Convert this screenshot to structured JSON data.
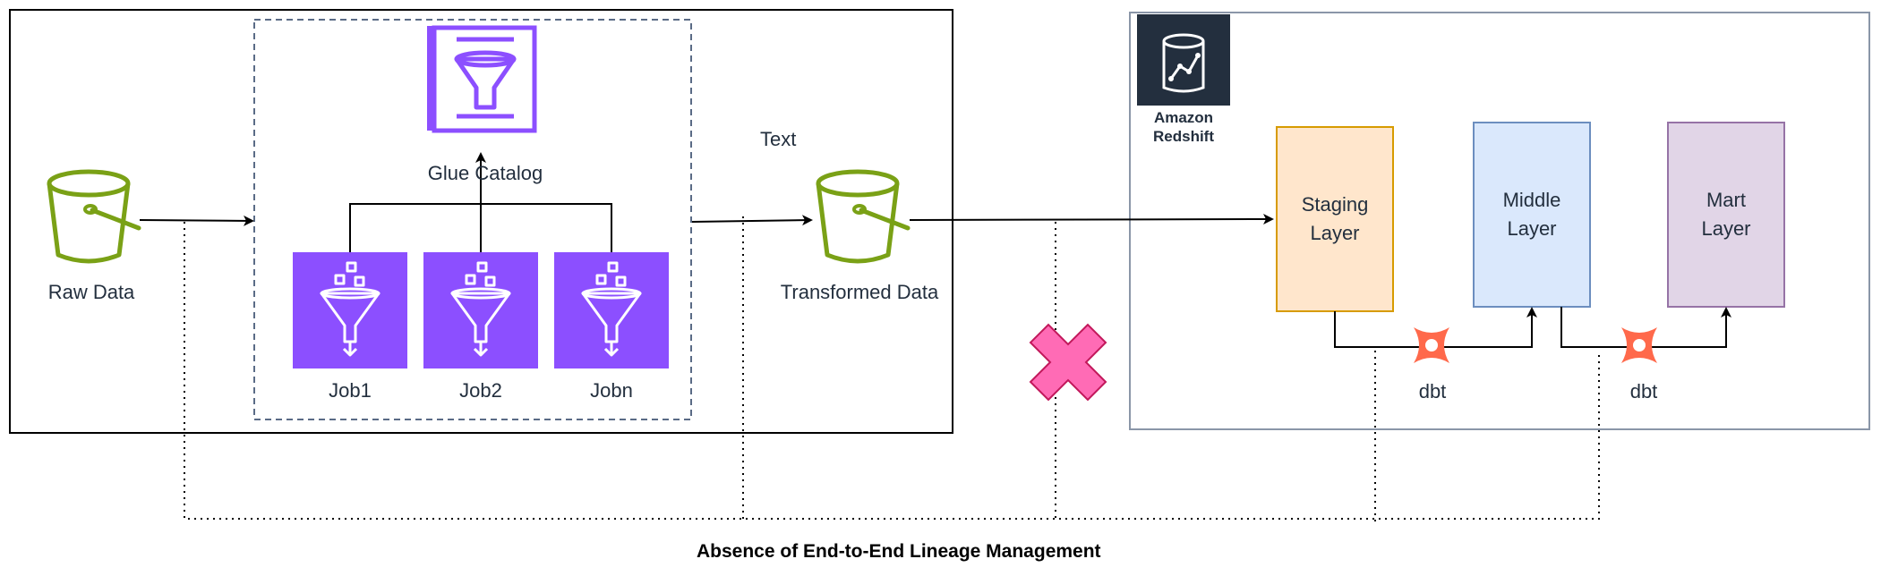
{
  "nodes": {
    "raw_data": "Raw Data",
    "glue_catalog": "Glue Catalog",
    "job1": "Job1",
    "job2": "Job2",
    "jobn": "Jobn",
    "transformed_data": "Transformed Data",
    "text_label": "Text",
    "redshift_line1": "Amazon",
    "redshift_line2": "Redshift",
    "staging_line1": "Staging",
    "staging_line2": "Layer",
    "middle_line1": "Middle",
    "middle_line2": "Layer",
    "mart_line1": "Mart",
    "mart_line2": "Layer",
    "dbt1": "dbt",
    "dbt2": "dbt"
  },
  "caption": "Absence of End-to-End Lineage Management",
  "icons": {
    "bucket": "s3-bucket-icon",
    "catalog": "glue-catalog-icon",
    "job": "glue-job-icon",
    "redshift": "redshift-icon",
    "dbt": "dbt-icon",
    "broken": "cross-icon"
  },
  "colors": {
    "s3_green": "#7aa116",
    "glue_purple": "#8c4fff",
    "redshift_dark": "#232f3e",
    "staging_fill": "#ffe6cc",
    "staging_stroke": "#d79b00",
    "middle_fill": "#dae8fc",
    "middle_stroke": "#6c8ebf",
    "mart_fill": "#e1d5e7",
    "mart_stroke": "#9673a6",
    "dbt_orange": "#ff694b",
    "cross_pink": "#ff6bb5"
  }
}
